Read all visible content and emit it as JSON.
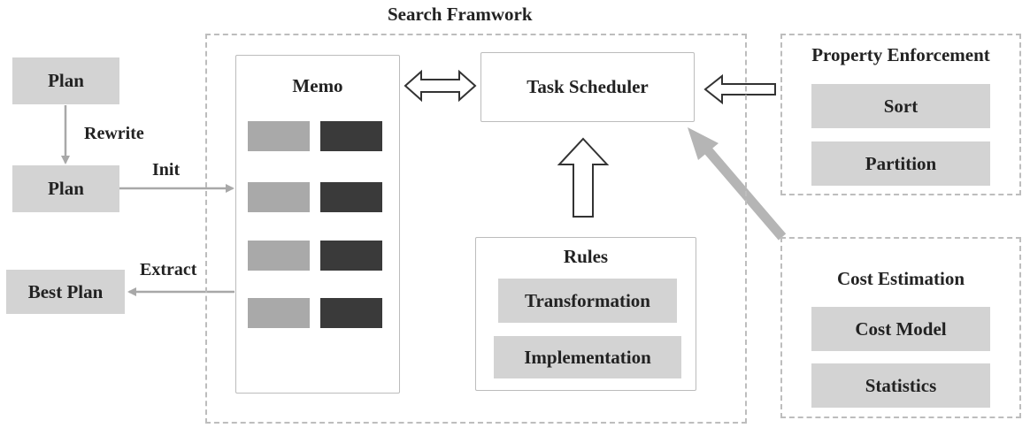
{
  "framework": {
    "title": "Search Framwork"
  },
  "left": {
    "plan_top": "Plan",
    "rewrite": "Rewrite",
    "plan_mid": "Plan",
    "init": "Init",
    "extract": "Extract",
    "best_plan": "Best Plan"
  },
  "memo": {
    "title": "Memo"
  },
  "scheduler": {
    "title": "Task Scheduler"
  },
  "rules": {
    "title": "Rules",
    "items": [
      "Transformation",
      "Implementation"
    ]
  },
  "property": {
    "title": "Property Enforcement",
    "items": [
      "Sort",
      "Partition"
    ]
  },
  "cost": {
    "title": "Cost Estimation",
    "items": [
      "Cost Model",
      "Statistics"
    ]
  }
}
